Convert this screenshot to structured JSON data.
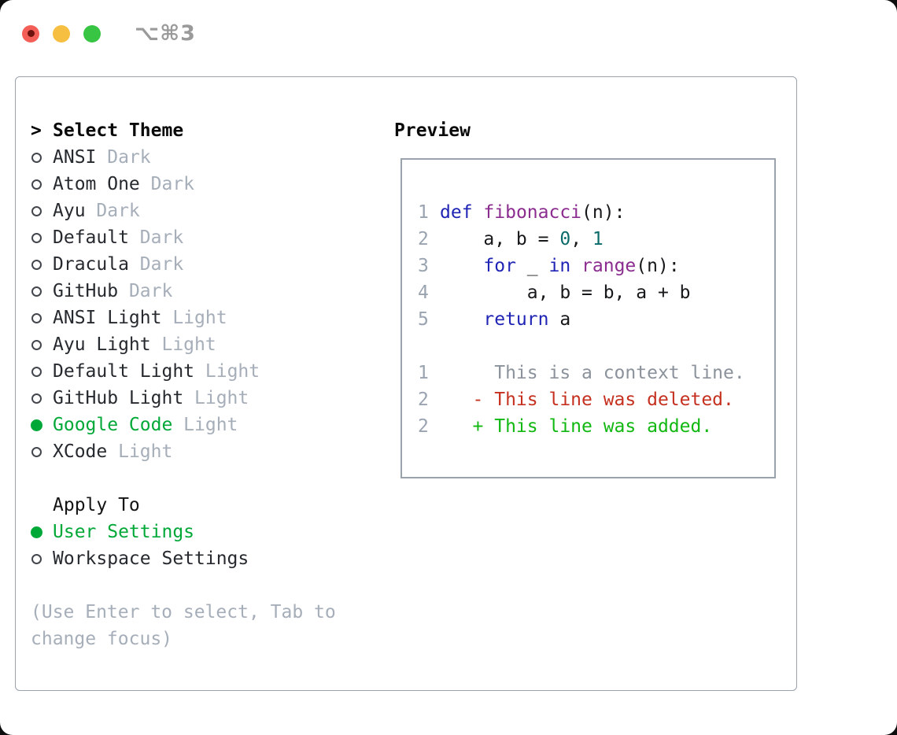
{
  "titlebar": {
    "shortcut": "⌥⌘3"
  },
  "theme_panel": {
    "header": {
      "prefix": ">",
      "title": "Select Theme"
    },
    "themes": [
      {
        "name": "ANSI",
        "variant": "Dark",
        "selected": false
      },
      {
        "name": "Atom One",
        "variant": "Dark",
        "selected": false
      },
      {
        "name": "Ayu",
        "variant": "Dark",
        "selected": false
      },
      {
        "name": "Default",
        "variant": "Dark",
        "selected": false
      },
      {
        "name": "Dracula",
        "variant": "Dark",
        "selected": false
      },
      {
        "name": "GitHub",
        "variant": "Dark",
        "selected": false
      },
      {
        "name": "ANSI Light",
        "variant": "Light",
        "selected": false
      },
      {
        "name": "Ayu Light",
        "variant": "Light",
        "selected": false
      },
      {
        "name": "Default Light",
        "variant": "Light",
        "selected": false
      },
      {
        "name": "GitHub Light",
        "variant": "Light",
        "selected": false
      },
      {
        "name": "Google Code",
        "variant": "Light",
        "selected": true
      },
      {
        "name": "XCode",
        "variant": "Light",
        "selected": false
      }
    ],
    "apply_to": {
      "title": "Apply To",
      "options": [
        {
          "label": "User Settings",
          "selected": true
        },
        {
          "label": "Workspace Settings",
          "selected": false
        }
      ]
    },
    "hint": "(Use Enter to select, Tab to change focus)"
  },
  "preview": {
    "title": "Preview",
    "lines": [
      {
        "ln": "1",
        "segments": [
          {
            "text": "def",
            "type": "keyword"
          },
          {
            "text": " ",
            "type": "plain"
          },
          {
            "text": "fibonacci",
            "type": "function"
          },
          {
            "text": "(n):",
            "type": "plain"
          }
        ]
      },
      {
        "ln": "2",
        "segments": [
          {
            "text": "    a, b = ",
            "type": "plain"
          },
          {
            "text": "0",
            "type": "number"
          },
          {
            "text": ", ",
            "type": "plain"
          },
          {
            "text": "1",
            "type": "number"
          }
        ]
      },
      {
        "ln": "3",
        "segments": [
          {
            "text": "    ",
            "type": "plain"
          },
          {
            "text": "for",
            "type": "keyword"
          },
          {
            "text": " _ ",
            "type": "plain"
          },
          {
            "text": "in",
            "type": "keyword"
          },
          {
            "text": " ",
            "type": "plain"
          },
          {
            "text": "range",
            "type": "function"
          },
          {
            "text": "(n):",
            "type": "plain"
          }
        ]
      },
      {
        "ln": "4",
        "segments": [
          {
            "text": "        a, b = b, a + b",
            "type": "plain"
          }
        ]
      },
      {
        "ln": "5",
        "segments": [
          {
            "text": "    ",
            "type": "plain"
          },
          {
            "text": "return",
            "type": "keyword"
          },
          {
            "text": " a",
            "type": "plain"
          }
        ]
      },
      {
        "ln": "",
        "segments": []
      },
      {
        "ln": "1",
        "segments": [
          {
            "text": "     This is a context line.",
            "type": "context"
          }
        ]
      },
      {
        "ln": "2",
        "segments": [
          {
            "text": "   - This line was deleted.",
            "type": "deleted"
          }
        ]
      },
      {
        "ln": "2",
        "segments": [
          {
            "text": "   + This line was added.",
            "type": "added"
          }
        ]
      }
    ]
  },
  "colors": {
    "selected_green": "#00a838",
    "code_keyword": "#1f24b4",
    "code_function": "#8b2c8f",
    "code_number": "#0b6b6b",
    "diff_deleted": "#c5301f",
    "diff_added": "#12b812",
    "muted_gray": "#a6aeb9",
    "line_number": "#9aa3b0",
    "context_gray": "#8b929b",
    "traffic_red": "#f35e57",
    "traffic_yellow": "#f6bf41",
    "traffic_green": "#38c543"
  }
}
